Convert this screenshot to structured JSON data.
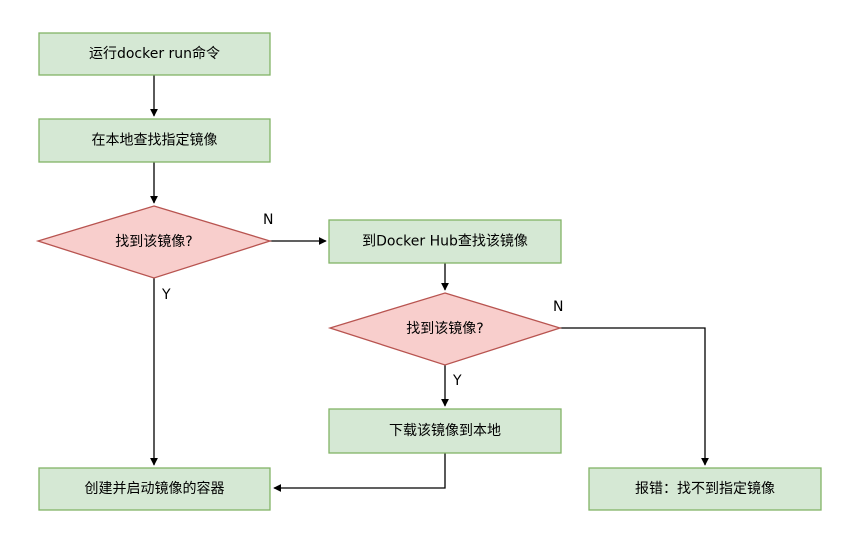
{
  "colors": {
    "process_fill": "#d5e8d4",
    "process_stroke": "#82b366",
    "decision_fill": "#f8cecc",
    "decision_stroke": "#b85450",
    "edge": "#000000"
  },
  "nodes": {
    "run_cmd": "运行docker run命令",
    "search_local": "在本地查找指定镜像",
    "found_local": "找到该镜像?",
    "search_hub": "到Docker Hub查找该镜像",
    "found_hub": "找到该镜像?",
    "download": "下载该镜像到本地",
    "create_start": "创建并启动镜像的容器",
    "error": "报错：找不到指定镜像"
  },
  "edge_labels": {
    "local_no": "N",
    "local_yes": "Y",
    "hub_no": "N",
    "hub_yes": "Y"
  }
}
